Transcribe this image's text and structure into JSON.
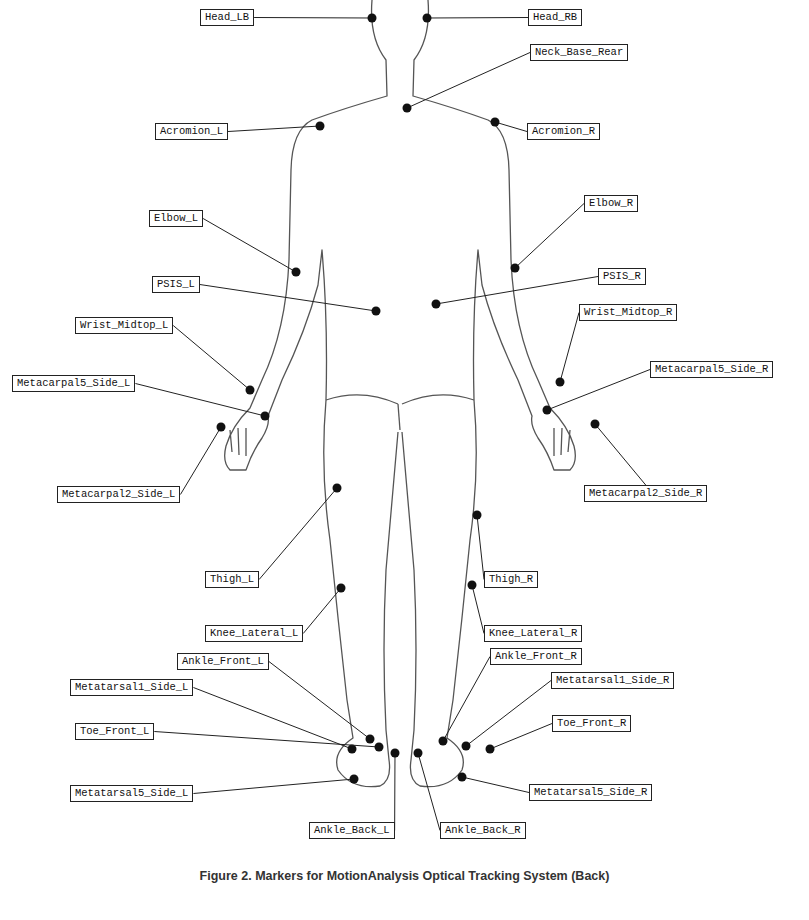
{
  "diagram": {
    "caption": "Figure 2. Markers for MotionAnalysis Optical Tracking System (Back)",
    "nodes": [
      {
        "text": [
          "Head_LB"
        ]
      },
      {
        "text": [
          "Head_RB"
        ]
      },
      {
        "text": [
          "Neck_Base_Rear"
        ]
      },
      {
        "text": [
          "Acromion_L"
        ]
      },
      {
        "text": [
          "Acromion_R"
        ]
      },
      {
        "text": [
          "Elbow_R"
        ]
      },
      {
        "text": [
          "Elbow_L"
        ]
      },
      {
        "text": [
          "PSIS_R"
        ]
      },
      {
        "text": [
          "PSIS_L"
        ]
      },
      {
        "text": [
          "Wrist_Midtop_R"
        ]
      },
      {
        "text": [
          "Wrist_Midtop_L"
        ]
      },
      {
        "text": [
          "Metacarpal5_Side_R"
        ]
      },
      {
        "text": [
          "Metacarpal5_Side_L"
        ]
      },
      {
        "text": [
          "Metacarpal2_Side_R"
        ]
      },
      {
        "text": [
          "Metacarpal2_Side_L"
        ]
      },
      {
        "text": [
          "Thigh_L"
        ]
      },
      {
        "text": [
          "Thigh_R"
        ]
      },
      {
        "text": [
          "Knee_Lateral_L"
        ]
      },
      {
        "text": [
          "Knee_Lateral_R"
        ]
      },
      {
        "text": [
          "Ankle_Front_R"
        ]
      },
      {
        "text": [
          "Ankle_Front_L"
        ]
      },
      {
        "text": [
          "Metatarsal1_Side_R"
        ]
      },
      {
        "text": [
          "Metatarsal1_Side_L"
        ]
      },
      {
        "text": [
          "Toe_Front_R"
        ]
      },
      {
        "text": [
          "Toe_Front_L"
        ]
      },
      {
        "text": [
          "Metatarsal5_Side_R"
        ]
      },
      {
        "text": [
          "Metatarsal5_Side_L"
        ]
      },
      {
        "text": [
          "Ankle_Back_L"
        ]
      },
      {
        "text": [
          "Ankle_Back_R"
        ]
      }
    ]
  }
}
